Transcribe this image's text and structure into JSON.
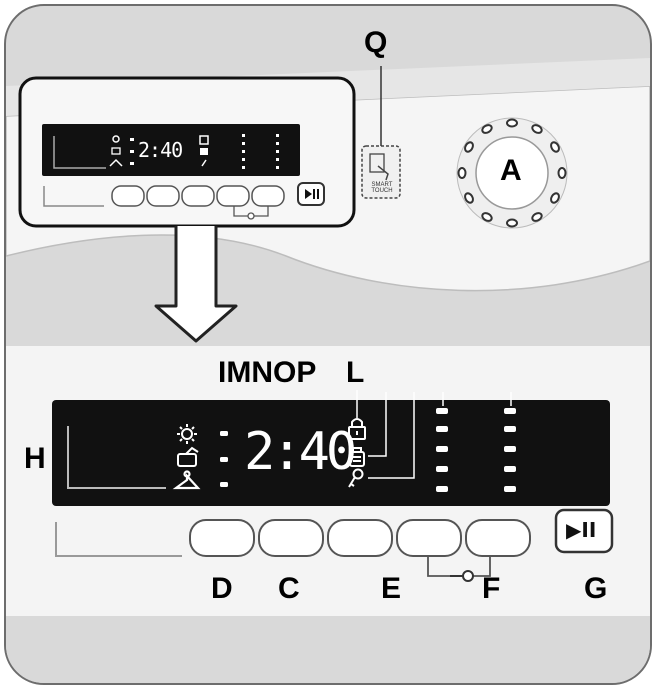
{
  "diagram": {
    "labels": {
      "q": "Q",
      "a": "A",
      "h": "H",
      "imnop": "IMNOP",
      "l": "L",
      "d": "D",
      "c": "C",
      "e": "E",
      "f": "F",
      "g": "G"
    },
    "display_time_small": "2:40",
    "display_time_large": "2:40",
    "smart_touch_text": "SMART TOUCH",
    "play_pause_glyph": "▶II"
  }
}
